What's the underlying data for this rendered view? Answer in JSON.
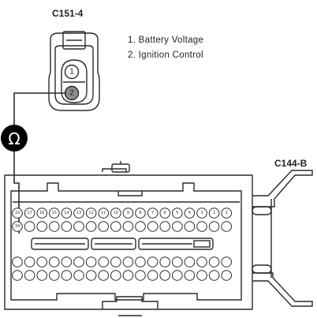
{
  "connector_top": {
    "id": "C151-4",
    "pins": [
      {
        "number": "1",
        "highlighted": false
      },
      {
        "number": "2",
        "highlighted": true
      }
    ]
  },
  "legend": [
    {
      "text": "1. Battery Voltage"
    },
    {
      "text": "2. Ignition Control"
    }
  ],
  "meter": {
    "symbol": "Ω"
  },
  "connector_main": {
    "id": "C144-B",
    "row1": [
      "33",
      "17",
      "16",
      "15",
      "14",
      "13",
      "12",
      "11",
      "10",
      "9",
      "8",
      "7",
      "6",
      "5",
      "4",
      "3",
      "2",
      "1"
    ],
    "row2": [
      "34",
      "",
      "",
      "",
      "",
      "",
      "",
      "",
      "",
      "",
      "",
      "",
      "",
      "",
      "",
      "",
      "",
      ""
    ],
    "row3": [
      "",
      "",
      "",
      "",
      "",
      "",
      "",
      "",
      "",
      "",
      "",
      "",
      "",
      "",
      "",
      "",
      "",
      ""
    ],
    "row4": [
      "",
      "",
      "",
      "",
      "",
      "",
      "",
      "",
      "",
      "",
      "",
      "",
      "",
      "",
      "",
      "",
      "",
      ""
    ]
  },
  "colors": {
    "line": "#2a2a2a",
    "pin_highlight": "#8c8c8c",
    "pin_fill": "#ffffff",
    "meter_fill": "#000000"
  }
}
